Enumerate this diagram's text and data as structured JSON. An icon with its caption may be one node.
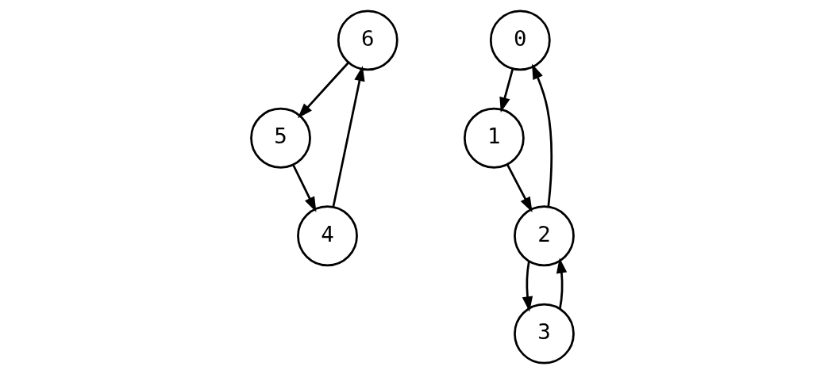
{
  "diagram": {
    "nodes": [
      {
        "text": [
          "6"
        ]
      },
      {
        "text": [
          "0"
        ]
      },
      {
        "text": [
          "1"
        ]
      },
      {
        "text": [
          "4"
        ]
      },
      {
        "text": [
          "5"
        ]
      },
      {
        "text": [
          "3"
        ]
      },
      {
        "text": [
          "2"
        ]
      }
    ],
    "edges": [
      {
        "from": 0,
        "to": 4,
        "arrow": "to"
      },
      {
        "from": 4,
        "to": 3,
        "arrow": "to"
      },
      {
        "from": 3,
        "to": 0,
        "arrow": "to"
      },
      {
        "from": 1,
        "to": 2,
        "arrow": "to"
      },
      {
        "from": 2,
        "to": 6,
        "arrow": "to"
      },
      {
        "from": 6,
        "to": 1,
        "arrow": "to"
      },
      {
        "from": 5,
        "to": 6,
        "arrow": "to"
      },
      {
        "from": 6,
        "to": 5,
        "arrow": "to"
      }
    ]
  }
}
